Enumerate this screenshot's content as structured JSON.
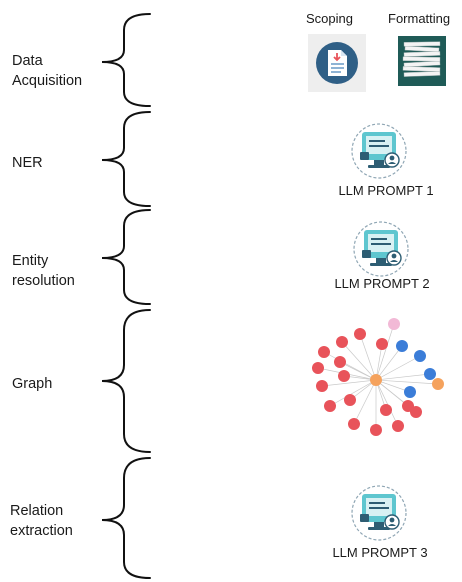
{
  "stages": [
    {
      "label": "Data\nAcquisition"
    },
    {
      "label": "NER"
    },
    {
      "label": "Entity\nresolution"
    },
    {
      "label": "Graph"
    },
    {
      "label": "Relation\nextraction"
    }
  ],
  "acquisition": {
    "scoping_label": "Scoping",
    "formatting_label": "Formatting"
  },
  "prompts": [
    {
      "label": "LLM PROMPT 1"
    },
    {
      "label": "LLM PROMPT 2"
    },
    {
      "label": "LLM PROMPT 3"
    }
  ],
  "colors": {
    "prompt_teal": "#5ec6cf",
    "prompt_dark": "#2d5d73",
    "graph_red": "#e8535a",
    "graph_blue": "#3b7dd8",
    "graph_orange": "#f5a25d",
    "graph_pink": "#f2b9d6",
    "scoping_blue": "#2f5f86",
    "formatting_bg": "#1f5b57"
  },
  "icons": {
    "scoping": "document-download-icon",
    "formatting": "paper-stack-icon",
    "prompt": "computer-monitor-person-icon",
    "graph": "network-graph-icon"
  }
}
